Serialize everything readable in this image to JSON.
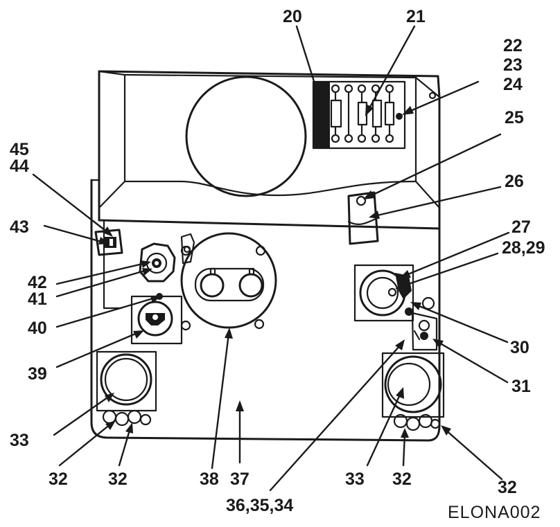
{
  "callouts": {
    "c20": "20",
    "c21": "21",
    "c22": "22",
    "c23": "23",
    "c24": "24",
    "c25": "25",
    "c26": "26",
    "c27": "27",
    "c28_29": "28,29",
    "c30": "30",
    "c31": "31",
    "c32_a": "32",
    "c32_b": "32",
    "c32_c": "32",
    "c32_d": "32",
    "c33_left": "33",
    "c33_right": "33",
    "c36_35_34": "36,35,34",
    "c37": "37",
    "c38": "38",
    "c39": "39",
    "c40": "40",
    "c41": "41",
    "c42": "42",
    "c43": "43",
    "c44": "44",
    "c45": "45"
  },
  "drawing_id": "ELONA002"
}
